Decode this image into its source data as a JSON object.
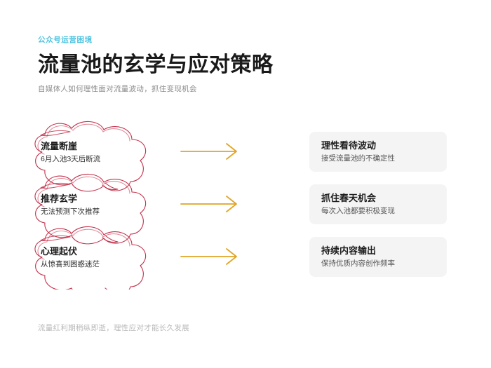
{
  "header": {
    "eyebrow": "公众号运营困境",
    "title": "流量池的玄学与应对策略",
    "subtitle": "自媒体人如何理性面对流量波动，抓住变现机会",
    "eyebrow_color": "#4ec3e0",
    "title_color": "#1a1a1a",
    "subtitle_color": "#8d8d8d"
  },
  "problems": {
    "outline_color": "#c4314b",
    "items": [
      {
        "title": "流量断崖",
        "desc": "6月入池3天后断流"
      },
      {
        "title": "推荐玄学",
        "desc": "无法预测下次推荐"
      },
      {
        "title": "心理起伏",
        "desc": "从惊喜到困惑迷茫"
      }
    ]
  },
  "arrows": {
    "color": "#e0a526",
    "count": 3,
    "direction": "right"
  },
  "solutions": {
    "card_background": "#f4f4f5",
    "items": [
      {
        "title": "理性看待波动",
        "desc": "接受流量池的不确定性"
      },
      {
        "title": "抓住春天机会",
        "desc": "每次入池都要积极变现"
      },
      {
        "title": "持续内容输出",
        "desc": "保持优质内容创作频率"
      }
    ]
  },
  "footer": {
    "text": "流量红利期稍纵即逝，理性应对才能长久发展",
    "color": "#b9b9b9"
  }
}
